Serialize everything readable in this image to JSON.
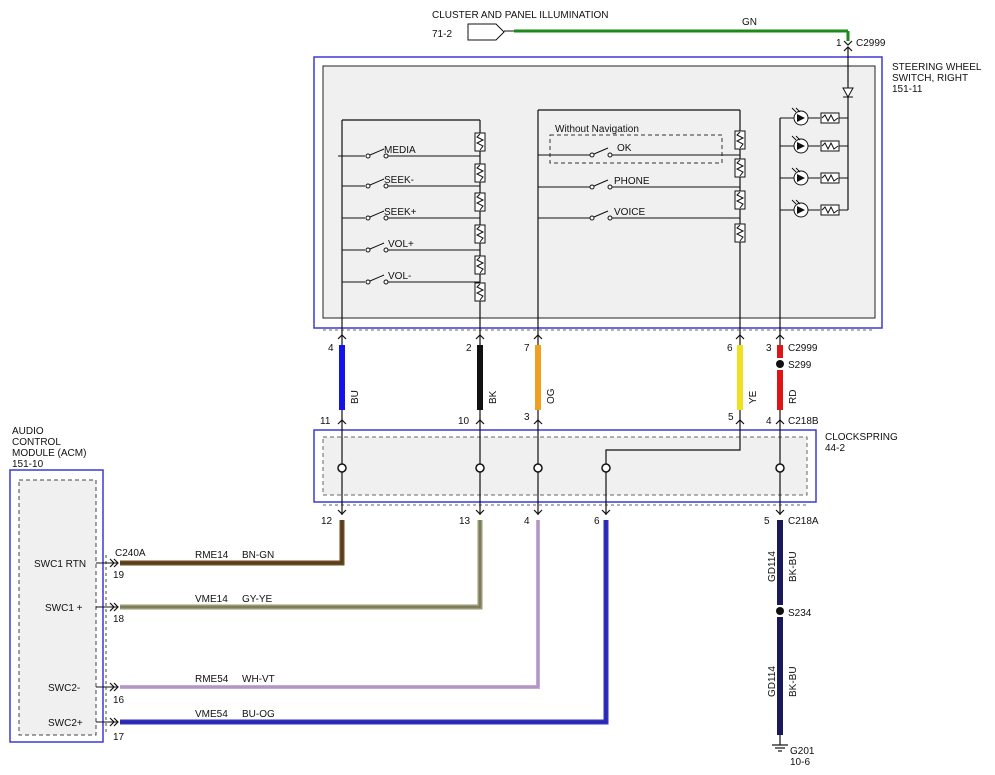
{
  "top_source": {
    "title": "CLUSTER AND PANEL ILLUMINATION",
    "ref": "71-2",
    "wire_color": "GN"
  },
  "steering_switch": {
    "title_line1": "STEERING WHEEL",
    "title_line2": "SWITCH, RIGHT",
    "page_ref": "151-11",
    "top_connector": "C2999",
    "top_pin": "1",
    "left_switches": [
      "MEDIA",
      "SEEK-",
      "SEEK+",
      "VOL+",
      "VOL-"
    ],
    "right_group_label": "Without Navigation",
    "right_switches": [
      "OK",
      "PHONE",
      "VOICE"
    ]
  },
  "harness_wires": [
    {
      "pin_top": "4",
      "color_code": "BU",
      "pin_bottom": "11"
    },
    {
      "pin_top": "2",
      "color_code": "BK",
      "pin_bottom": "10"
    },
    {
      "pin_top": "7",
      "color_code": "OG",
      "pin_bottom": "3"
    },
    {
      "pin_top": "6",
      "color_code": "YE",
      "pin_bottom": "5"
    },
    {
      "pin_top": "3",
      "color_code": "RD",
      "pin_bottom": "4"
    }
  ],
  "connector_c2999": "C2999",
  "splice_s299": "S299",
  "connector_c218b": "C218B",
  "clockspring": {
    "title": "CLOCKSPRING",
    "page_ref": "44-2"
  },
  "connector_c218a": "C218A",
  "clockspring_bottom_pins": [
    "12",
    "13",
    "4",
    "6",
    "5"
  ],
  "acm": {
    "title_line1": "AUDIO",
    "title_line2": "CONTROL",
    "title_line3": "MODULE (ACM)",
    "page_ref": "151-10",
    "connector": "C240A",
    "pins": [
      {
        "label": "SWC1 RTN",
        "pin": "19",
        "circuit": "RME14",
        "color": "BN-GN"
      },
      {
        "label": "SWC1 +",
        "pin": "18",
        "circuit": "VME14",
        "color": "GY-YE"
      },
      {
        "label": "SWC2-",
        "pin": "16",
        "circuit": "RME54",
        "color": "WH-VT"
      },
      {
        "label": "SWC2+",
        "pin": "17",
        "circuit": "VME54",
        "color": "BU-OG"
      }
    ]
  },
  "ground_wire": {
    "circuit": "GD114",
    "color": "BK-BU",
    "splice": "S234",
    "ground": "G201",
    "ground_ref": "10-6"
  },
  "colors": {
    "module_border": "#3b3bd6",
    "green": "#1a8a1a",
    "blue": "#1414e6",
    "black": "#111111",
    "orange": "#f0a020",
    "yellow": "#f0e020",
    "red": "#e01414",
    "brown_green": "#6b4a22",
    "gray_yellow": "#9a9a72",
    "white_violet": "#c8a8d8",
    "blue_orange": "#3030c8",
    "navy": "#1a1a5a"
  }
}
